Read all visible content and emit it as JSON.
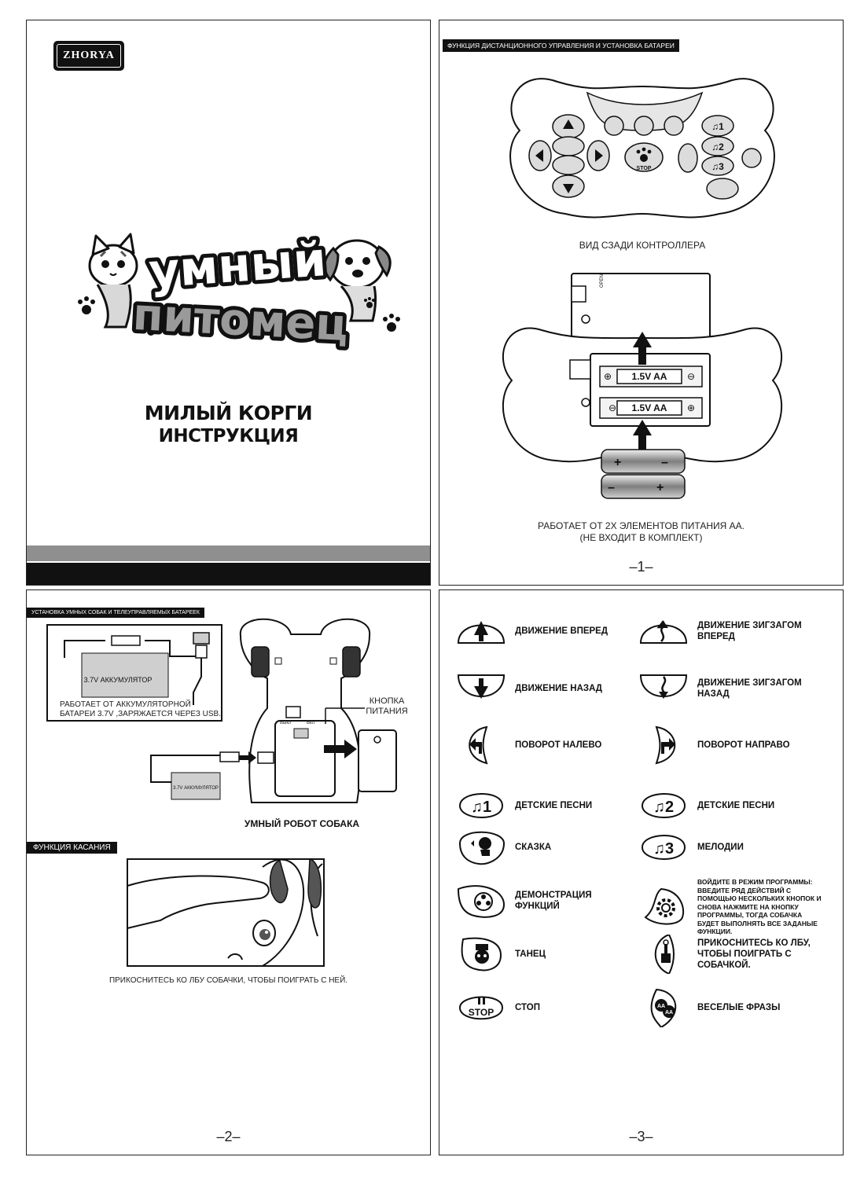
{
  "page1": {
    "logo": "ZHORYA",
    "title_line1": "умный",
    "title_line2": "питомец",
    "subtitle1": "МИЛЫЙ КОРГИ",
    "subtitle2": "ИНСТРУКЦИЯ"
  },
  "page2": {
    "section": "ФУНКЦИЯ ДИСТАНЦИОННОГО УПРАВЛЕНИЯ И УСТАНОВКА БАТАРЕИ",
    "rear_view": "ВИД СЗАДИ КОНТРОЛЛЕРА",
    "open_label": "OPEN",
    "battery1": "1.5V AA",
    "battery2": "1.5V AA",
    "power_note_1": "РАБОТАЕТ ОТ 2Х ЭЛЕМЕНТОВ ПИТАНИЯ АА.",
    "power_note_2": "(НЕ ВХОДИТ В КОМПЛЕКТ)",
    "remote_stop": "STOP",
    "page_number": "–1–"
  },
  "page3": {
    "section": "УСТАНОВКА УМНЫХ СОБАК И ТЕЛЕУПРАВЛЯЕМЫХ БАТАРЕЕК",
    "accumulator": "3.7V АККУМУЛЯТОР",
    "accumulator_small": "3.7V АККУМУЛЯТОР",
    "acc_note_1": "РАБОТАЕТ ОТ АККУМУЛЯТОРНОЙ",
    "acc_note_2": "БАТАРЕИ 3.7V ,ЗАРЯЖАЕТСЯ ЧЕРЕЗ USB.",
    "power_button_1": "КНОПКА",
    "power_button_2": "ПИТАНИЯ",
    "switch_off": "Выкл",
    "switch_on": "Вкл",
    "robot_dog": "УМНЫЙ РОБОТ СОБАКА",
    "touch_section": "ФУНКЦИЯ КАСАНИЯ",
    "touch_note": "ПРИКОСНИТЕСЬ КО ЛБУ СОБАЧКИ, ЧТОБЫ ПОИГРАТЬ С НЕЙ.",
    "page_number": "–2–"
  },
  "page4": {
    "items": [
      {
        "icon": "arrow-up-icon",
        "label": "ДВИЖЕНИЕ ВПЕРЕД"
      },
      {
        "icon": "zigzag-up-icon",
        "label": "ДВИЖЕНИЕ ЗИГЗАГОМ ВПЕРЕД"
      },
      {
        "icon": "arrow-down-icon",
        "label": "ДВИЖЕНИЕ НАЗАД"
      },
      {
        "icon": "zigzag-down-icon",
        "label": "ДВИЖЕНИЕ ЗИГЗАГОМ НАЗАД"
      },
      {
        "icon": "turn-left-icon",
        "label": "ПОВОРОТ НАЛЕВО"
      },
      {
        "icon": "turn-right-icon",
        "label": "ПОВОРОТ НАПРАВО"
      },
      {
        "icon": "music-1-icon",
        "label": "ДЕТСКИЕ ПЕСНИ",
        "glyph": "♫1"
      },
      {
        "icon": "music-2-icon",
        "label": "ДЕТСКИЕ ПЕСНИ",
        "glyph": "♫2"
      },
      {
        "icon": "story-icon",
        "label": "СКАЗКА"
      },
      {
        "icon": "music-3-icon",
        "label": "МЕЛОДИИ",
        "glyph": "♫3"
      },
      {
        "icon": "demo-icon",
        "label": "ДЕМОНСТРАЦИЯ ФУНКЦИЙ"
      },
      {
        "icon": "gear-icon",
        "label": "ВОЙДИТЕ В РЕЖИМ ПРОГРАММЫ: ВВЕДИТЕ РЯД ДЕЙСТВИЙ С ПОМОЩЬЮ НЕСКОЛЬКИХ КНОПОК И СНОВА НАЖМИТЕ НА КНОПКУ ПРОГРАММЫ, ТОГДА СОБАЧКА БУДЕТ ВЫПОЛНЯТЬ ВСЕ ЗАДАНЫЕ ФУНКЦИИ."
      },
      {
        "icon": "dance-icon",
        "label": "ТАНЕЦ"
      },
      {
        "icon": "touch-icon",
        "label": "ПРИКОСНИТЕСЬ КО ЛБУ, ЧТОБЫ ПОИГРАТЬ С СОБАЧКОЙ."
      },
      {
        "icon": "stop-icon",
        "label": "СТОП",
        "glyph": "STOP"
      },
      {
        "icon": "phrases-icon",
        "label": "ВЕСЕЛЫЕ ФРАЗЫ",
        "glyph": "AA"
      }
    ],
    "page_number": "–3–"
  }
}
